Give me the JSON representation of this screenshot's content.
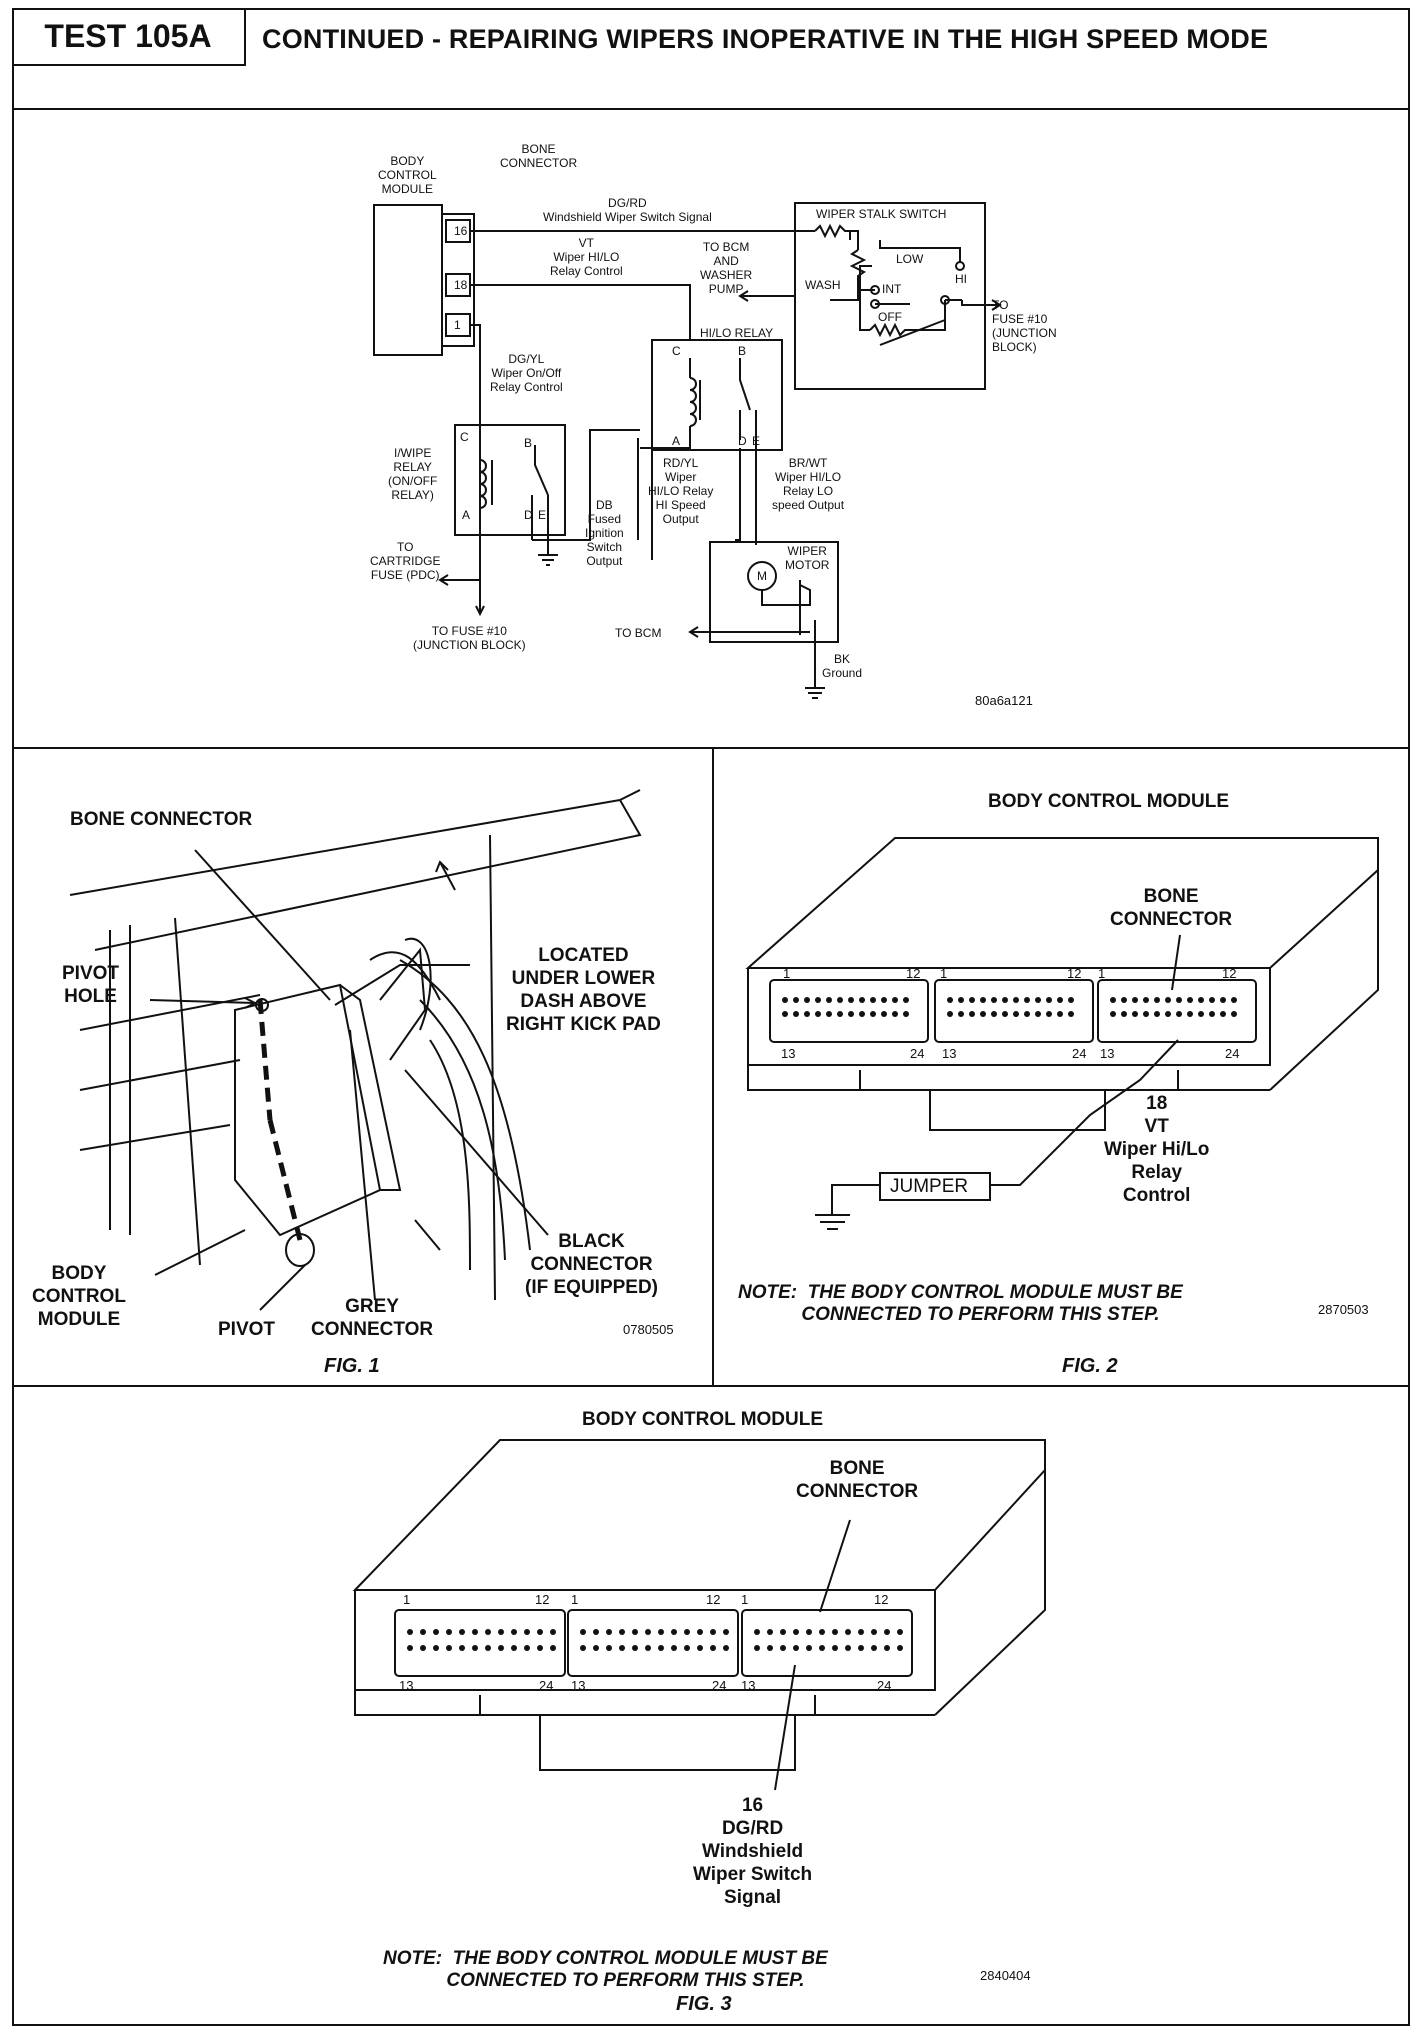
{
  "header": {
    "test": "TEST 105A",
    "title": "CONTINUED - REPAIRING WIPERS INOPERATIVE IN THE HIGH SPEED MODE"
  },
  "schematic": {
    "bcm": "BODY\nCONTROL\nMODULE",
    "bone_connector": "BONE\nCONNECTOR",
    "pin16": "16",
    "pin18": "18",
    "pin1": "1",
    "dgrd": "DG/RD\nWindshield Wiper Switch Signal",
    "vt": "VT\nWiper HI/LO\nRelay Control",
    "to_bcm_washer": "TO BCM\nAND\nWASHER\nPUMP",
    "wiper_stalk_switch": "WIPER STALK SWITCH",
    "low": "LOW",
    "hi": "HI",
    "int": "INT",
    "off": "OFF",
    "wash": "WASH",
    "to_fuse10_jb": "TO\nFUSE #10\n(JUNCTION\nBLOCK)",
    "hilo_relay": "HI/LO RELAY",
    "dgyl": "DG/YL\nWiper On/Off\nRelay Control",
    "iwipe_relay": "I/WIPE\nRELAY\n(ON/OFF\nRELAY)",
    "to_cartridge": "TO\nCARTRIDGE\nFUSE (PDC)",
    "db_fused": "DB\nFused\nIgnition\nSwitch\nOutput",
    "rdyl": "RD/YL\nWiper\nHI/LO Relay\nHI Speed\nOutput",
    "brwt": "BR/WT\nWiper HI/LO\nRelay LO\nspeed Output",
    "wiper_motor": "WIPER\nMOTOR",
    "motor_m": "M",
    "to_fuse10_bottom": "TO FUSE #10\n(JUNCTION BLOCK)",
    "to_bcm": "TO BCM",
    "bk_ground": "BK\nGround",
    "pin_a": "A",
    "pin_b": "B",
    "pin_c": "C",
    "pin_d": "D",
    "pin_e": "E",
    "code": "80a6a121"
  },
  "fig1": {
    "bone_connector": "BONE CONNECTOR",
    "pivot_hole": "PIVOT\nHOLE",
    "located": "LOCATED\nUNDER LOWER\nDASH ABOVE\nRIGHT KICK PAD",
    "body_control_module": "BODY\nCONTROL\nMODULE",
    "pivot": "PIVOT",
    "grey_connector": "GREY\nCONNECTOR",
    "black_connector": "BLACK\nCONNECTOR\n(IF EQUIPPED)",
    "code": "0780505",
    "caption": "FIG. 1"
  },
  "fig2": {
    "title": "BODY CONTROL MODULE",
    "bone_connector": "BONE\nCONNECTOR",
    "pin_label": "18\nVT\nWiper Hi/Lo\nRelay\nControl",
    "jumper": "JUMPER",
    "note": "NOTE:  THE BODY CONTROL MODULE MUST BE\n            CONNECTED TO PERFORM THIS STEP.",
    "code": "2870503",
    "caption": "FIG. 2"
  },
  "fig3": {
    "title": "BODY CONTROL MODULE",
    "bone_connector": "BONE\nCONNECTOR",
    "pin_label": "16\nDG/RD\nWindshield\nWiper Switch\nSignal",
    "note": "NOTE:  THE BODY CONTROL MODULE MUST BE\n            CONNECTED TO PERFORM THIS STEP.",
    "code": "2840404",
    "caption": "FIG. 3"
  },
  "connector_pins": {
    "p1": "1",
    "p12": "12",
    "p13": "13",
    "p24": "24"
  }
}
